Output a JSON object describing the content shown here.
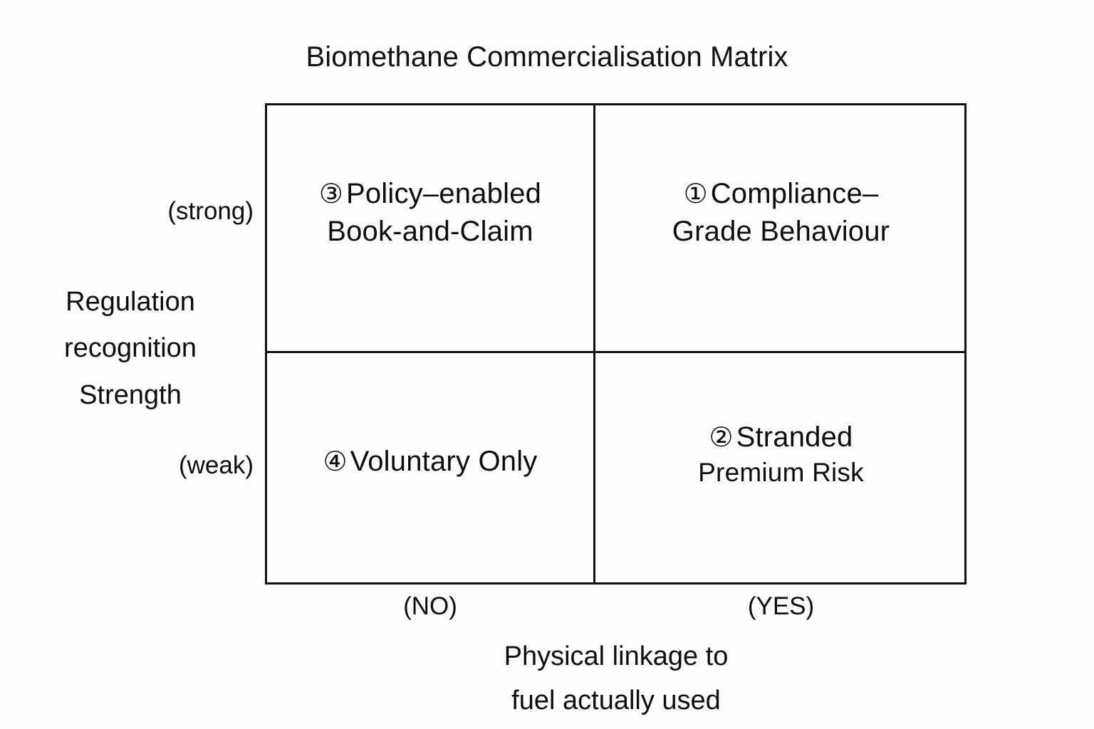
{
  "figure": {
    "title": "Biomethane Commercialisation Matrix",
    "type": "2x2-matrix",
    "background_color": "#fdfdfd",
    "line_color": "#111111",
    "text_color": "#0d0d0d"
  },
  "axes": {
    "y": {
      "title_lines": [
        "Regulation",
        "recognition",
        "Strength"
      ],
      "high_label": "(strong)",
      "low_label": "(weak)"
    },
    "x": {
      "title_lines": [
        "Physical linkage to",
        "fuel actually used"
      ],
      "low_label": "(NO)",
      "high_label": "(YES)"
    }
  },
  "quadrants": {
    "top_left": {
      "marker": "③",
      "number": 3,
      "lines": [
        "Policy–enabled",
        "Book-and-Claim"
      ],
      "line1": "Policy–enabled",
      "line2": "Book-and-Claim",
      "x_position": "(NO)",
      "y_position": "(strong)"
    },
    "top_right": {
      "marker": "①",
      "number": 1,
      "lines": [
        "Compliance–",
        "Grade Behaviour"
      ],
      "line1": "Compliance–",
      "line2": "Grade Behaviour",
      "x_position": "(YES)",
      "y_position": "(strong)"
    },
    "bottom_left": {
      "marker": "④",
      "number": 4,
      "lines": [
        "Voluntary Only"
      ],
      "line1": "Voluntary Only",
      "line2": "",
      "x_position": "(NO)",
      "y_position": "(weak)"
    },
    "bottom_right": {
      "marker": "②",
      "number": 2,
      "lines": [
        "Stranded",
        "Premium Risk"
      ],
      "line1": "Stranded",
      "line2": "Premium Risk",
      "x_position": "(YES)",
      "y_position": "(weak)"
    }
  },
  "chart_data": {
    "type": "table",
    "title": "Biomethane Commercialisation Matrix",
    "xlabel": "Physical linkage to fuel actually used",
    "ylabel": "Regulation recognition Strength",
    "x_categories": [
      "(NO)",
      "(YES)"
    ],
    "y_categories": [
      "(strong)",
      "(weak)"
    ],
    "grid": true,
    "legend": "none",
    "cells": [
      {
        "x": "(NO)",
        "y": "(strong)",
        "number": 3,
        "label": "Policy–enabled Book-and-Claim"
      },
      {
        "x": "(YES)",
        "y": "(strong)",
        "number": 1,
        "label": "Compliance–Grade Behaviour"
      },
      {
        "x": "(NO)",
        "y": "(weak)",
        "number": 4,
        "label": "Voluntary Only"
      },
      {
        "x": "(YES)",
        "y": "(weak)",
        "number": 2,
        "label": "Stranded Premium Risk"
      }
    ]
  }
}
